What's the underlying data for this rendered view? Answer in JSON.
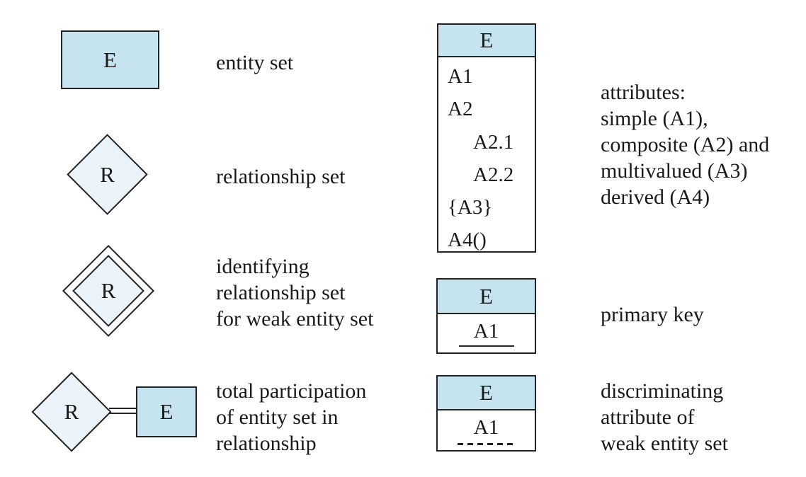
{
  "colors": {
    "entity_fill": "#c5e4f0",
    "relationship_fill": "#eaf4fa",
    "border": "#232323",
    "text": "#1a1a1a",
    "background": "#ffffff"
  },
  "left_column": {
    "entity": {
      "symbol": "E",
      "label": "entity set"
    },
    "relationship": {
      "symbol": "R",
      "label": "relationship set"
    },
    "identifying_relationship": {
      "symbol": "R",
      "label_lines": [
        "identifying",
        "relationship set",
        "for weak entity set"
      ]
    },
    "total_participation": {
      "relationship_symbol": "R",
      "entity_symbol": "E",
      "label_lines": [
        "total participation",
        "of entity set in",
        "relationship"
      ]
    }
  },
  "right_column": {
    "attributes": {
      "header": "E",
      "rows": [
        "A1",
        "A2",
        "A2.1",
        "A2.2",
        "{A3}",
        "A4()"
      ],
      "label_lines": [
        "attributes:",
        "simple (A1),",
        "composite (A2) and",
        "multivalued (A3)",
        "derived (A4)"
      ]
    },
    "primary_key": {
      "header": "E",
      "attribute": "A1",
      "label": "primary key"
    },
    "discriminating_attribute": {
      "header": "E",
      "attribute": "A1",
      "label_lines": [
        "discriminating",
        "attribute of",
        "weak entity set"
      ]
    }
  }
}
